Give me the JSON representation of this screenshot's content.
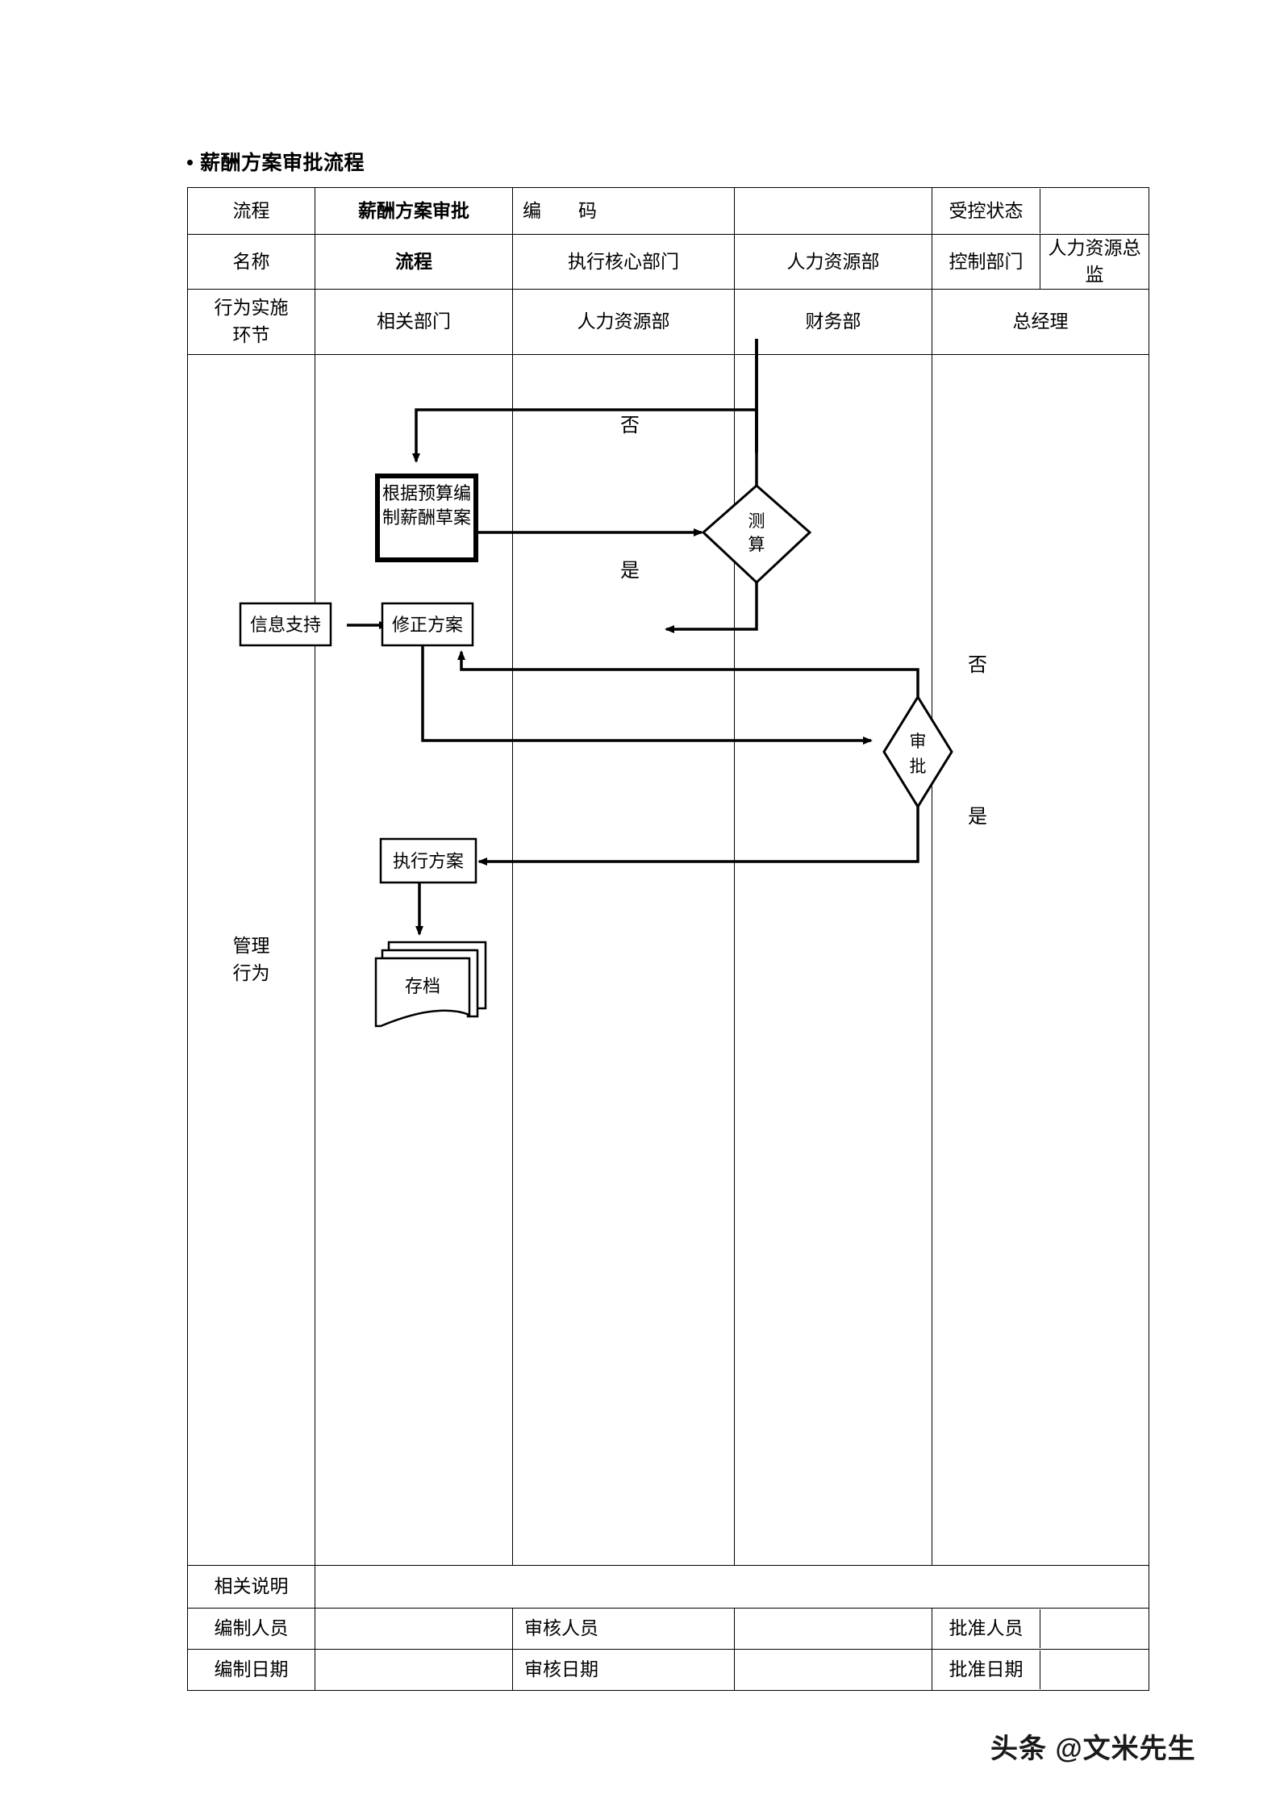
{
  "title": "薪酬方案审批流程",
  "header": {
    "row1": {
      "c1": "流程",
      "c2": "薪酬方案审批",
      "c3": "编　　码",
      "c4": "",
      "c5": "受控状态",
      "c6": ""
    },
    "row2": {
      "c1": "名称",
      "c2": "流程",
      "c3": "执行核心部门",
      "c4": "人力资源部",
      "c5": "控制部门",
      "c6": "人力资源总监"
    },
    "lane_row": {
      "stage": "行为实施\n环节",
      "lanes": [
        "相关部门",
        "人力资源部",
        "财务部",
        "总经理"
      ]
    }
  },
  "body": {
    "stage_label_line1": "管理",
    "stage_label_line2": "行为"
  },
  "flow": {
    "nodes": [
      {
        "id": "draft",
        "label_line1": "根据预算编",
        "label_line2": "制薪酬草案",
        "type": "process-bold",
        "lane": "人力资源部"
      },
      {
        "id": "calc",
        "label_line1": "测",
        "label_line2": "算",
        "type": "decision",
        "lane": "财务部"
      },
      {
        "id": "support",
        "label_line1": "信息支持",
        "type": "process",
        "lane": "相关部门"
      },
      {
        "id": "revise",
        "label_line1": "修正方案",
        "type": "process",
        "lane": "人力资源部"
      },
      {
        "id": "approve",
        "label_line1": "审",
        "label_line2": "批",
        "type": "decision",
        "lane": "总经理"
      },
      {
        "id": "execute",
        "label_line1": "执行方案",
        "type": "process",
        "lane": "人力资源部"
      },
      {
        "id": "archive",
        "label_line1": "存档",
        "type": "document-stack",
        "lane": "人力资源部"
      }
    ],
    "branch_labels": {
      "calc_no": "否",
      "calc_yes": "是",
      "approve_no": "否",
      "approve_yes": "是"
    }
  },
  "footer": {
    "note_label": "相关说明",
    "note_value": "",
    "row_people": {
      "l1": "编制人员",
      "v1": "",
      "l2": "审核人员",
      "v2": "",
      "l3": "批准人员",
      "v3": ""
    },
    "row_dates": {
      "l1": "编制日期",
      "v1": "",
      "l2": "审核日期",
      "v2": "",
      "l3": "批准日期",
      "v3": ""
    }
  },
  "watermark": "头条 @文米先生"
}
